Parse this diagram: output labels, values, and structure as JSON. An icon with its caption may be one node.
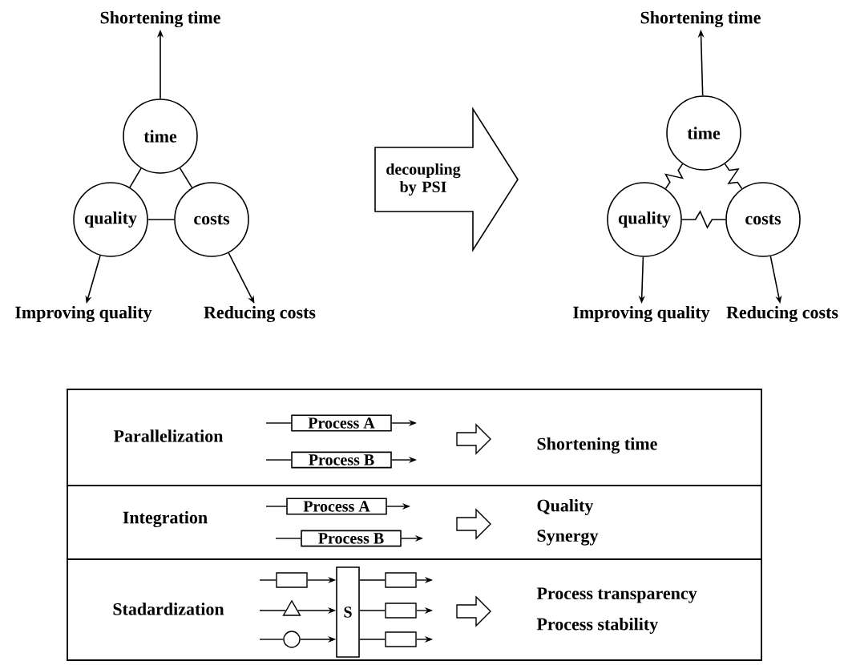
{
  "diagram": {
    "nodes": [
      {
        "text": [
          "Shortening time"
        ]
      },
      {
        "text": [
          "time"
        ]
      },
      {
        "text": [
          "quality"
        ]
      },
      {
        "text": [
          "costs"
        ]
      },
      {
        "text": [
          "Improving quality"
        ]
      },
      {
        "text": [
          "Reducing costs"
        ]
      },
      {
        "text": [
          "decoupling by PSI"
        ]
      },
      {
        "text": [
          "Shortening time"
        ]
      },
      {
        "text": [
          "time"
        ]
      },
      {
        "text": [
          "quality"
        ]
      },
      {
        "text": [
          "costs"
        ]
      },
      {
        "text": [
          "Improving quality"
        ]
      },
      {
        "text": [
          "Reducing costs"
        ]
      },
      {
        "text": [
          "Parallelization",
          "Shortening time"
        ]
      },
      {
        "text": [
          "Process A"
        ],
        "in": 13
      },
      {
        "text": [
          "Process B"
        ],
        "in": 13
      },
      {
        "text": [
          "Integration",
          "Quality",
          "Synergy"
        ]
      },
      {
        "text": [
          "Process A"
        ],
        "in": 16
      },
      {
        "text": [
          "Process B"
        ],
        "in": 16
      },
      {
        "text": [
          "Stadardization",
          "Process transparency",
          "Process stability"
        ]
      },
      {
        "text": [],
        "shape": "box",
        "in": 19
      },
      {
        "text": [],
        "shape": "triangle",
        "in": 19
      },
      {
        "text": [],
        "shape": "circle",
        "in": 19
      },
      {
        "text": [
          "S"
        ],
        "in": 19
      },
      {
        "text": [],
        "shape": "box",
        "in": 19
      },
      {
        "text": [],
        "shape": "box",
        "in": 19
      },
      {
        "text": [],
        "shape": "box",
        "in": 19
      }
    ],
    "edges": [
      {
        "from": 1,
        "to": 0,
        "arrow": "to"
      },
      {
        "from": 2,
        "to": 4,
        "arrow": "to"
      },
      {
        "from": 3,
        "to": 5,
        "arrow": "to"
      },
      {
        "from": 1,
        "to": 2,
        "arrow": "none"
      },
      {
        "from": 1,
        "to": 3,
        "arrow": "none"
      },
      {
        "from": 2,
        "to": 3,
        "arrow": "none"
      },
      {
        "from": 8,
        "to": 7,
        "arrow": "to"
      },
      {
        "from": 9,
        "to": 11,
        "arrow": "to"
      },
      {
        "from": 10,
        "to": 12,
        "arrow": "to"
      },
      {
        "from": 8,
        "to": 9,
        "arrow": "none"
      },
      {
        "from": 8,
        "to": 10,
        "arrow": "none"
      },
      {
        "from": 9,
        "to": 10,
        "arrow": "none"
      },
      {
        "from": null,
        "to": 14,
        "arrow": "none"
      },
      {
        "from": 14,
        "to": null,
        "arrow": "to"
      },
      {
        "from": null,
        "to": 15,
        "arrow": "none"
      },
      {
        "from": 15,
        "to": null,
        "arrow": "to"
      },
      {
        "from": null,
        "to": 17,
        "arrow": "none"
      },
      {
        "from": 17,
        "to": null,
        "arrow": "to"
      },
      {
        "from": null,
        "to": 18,
        "arrow": "none"
      },
      {
        "from": 18,
        "to": null,
        "arrow": "to"
      },
      {
        "from": null,
        "to": 20,
        "arrow": "none"
      },
      {
        "from": 20,
        "to": 23,
        "arrow": "to"
      },
      {
        "from": null,
        "to": 21,
        "arrow": "none"
      },
      {
        "from": 21,
        "to": 23,
        "arrow": "to"
      },
      {
        "from": null,
        "to": 22,
        "arrow": "none"
      },
      {
        "from": 22,
        "to": 23,
        "arrow": "to"
      },
      {
        "from": 23,
        "to": 24,
        "arrow": "none"
      },
      {
        "from": 24,
        "to": null,
        "arrow": "to"
      },
      {
        "from": 23,
        "to": 25,
        "arrow": "none"
      },
      {
        "from": 25,
        "to": null,
        "arrow": "to"
      },
      {
        "from": 23,
        "to": 26,
        "arrow": "none"
      },
      {
        "from": 26,
        "to": null,
        "arrow": "to"
      }
    ]
  }
}
